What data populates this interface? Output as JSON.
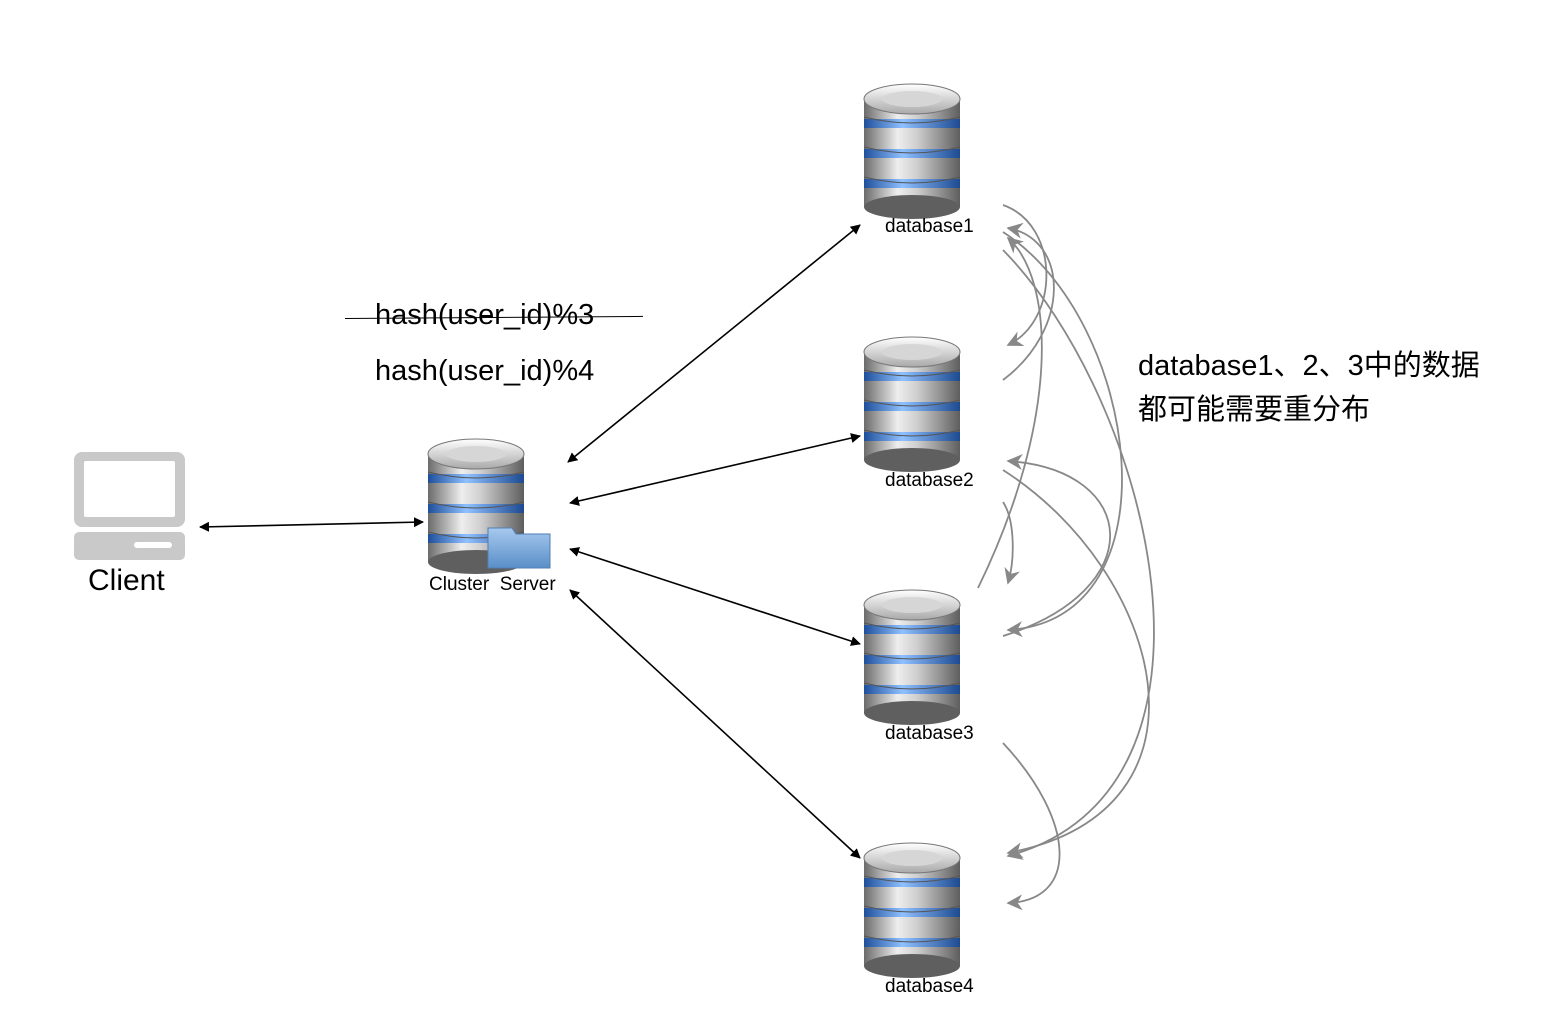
{
  "client": {
    "label": "Client",
    "icon": "computer-icon"
  },
  "cluster": {
    "label": "Cluster  Server",
    "icon": "database-server-icon"
  },
  "databases": [
    {
      "label": "database1",
      "icon": "database-icon"
    },
    {
      "label": "database2",
      "icon": "database-icon"
    },
    {
      "label": "database3",
      "icon": "database-icon"
    },
    {
      "label": "database4",
      "icon": "database-icon"
    }
  ],
  "formula_old": "hash(user_id)%3",
  "formula_new": "hash(user_id)%4",
  "note": {
    "line1": "database1、2、3中的数据",
    "line2": "都可能需要重分布"
  },
  "colors": {
    "connector": "#000000",
    "redistribution": "#888888",
    "disk_blue": "#4a7fd0",
    "metal": "#a8a8a8"
  }
}
